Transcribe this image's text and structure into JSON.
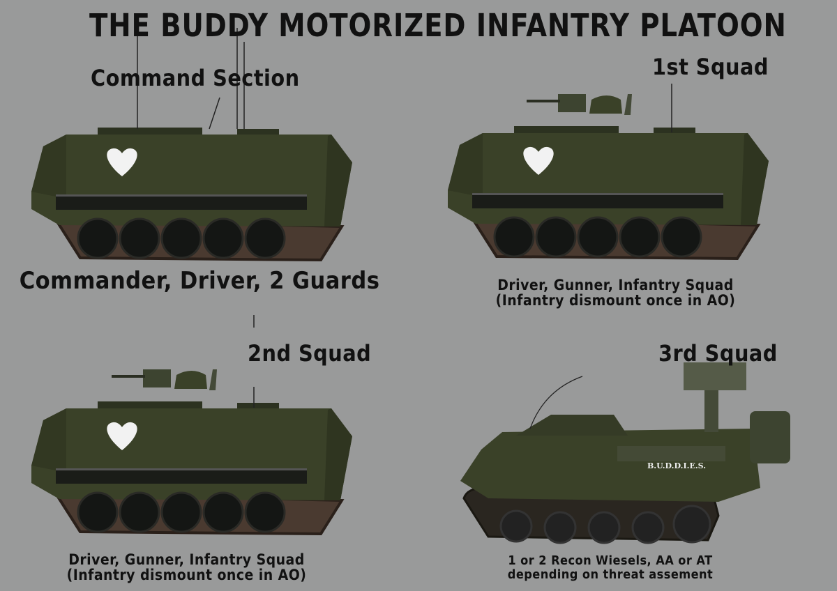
{
  "title": "THE BUDDY MOTORIZED INFANTRY PLATOON",
  "sections": [
    {
      "heading": "Command Section",
      "description": [
        "Commander, Driver, 2 Guards"
      ]
    },
    {
      "heading": "1st Squad",
      "description": [
        "Driver, Gunner, Infantry Squad",
        "(Infantry dismount once in AO)"
      ]
    },
    {
      "heading": "2nd Squad",
      "description": [
        "Driver, Gunner, Infantry Squad",
        "(Infantry dismount once in AO)"
      ]
    },
    {
      "heading": "3rd Squad",
      "description": [
        "1 or 2 Recon Wiesels, AA or AT",
        "depending on threat assement"
      ]
    }
  ],
  "vehicle_marking": "B.U.D.D.I.E.S.",
  "colors": {
    "background": "#999a9a",
    "hull": "#3a4128",
    "text": "#111111",
    "heart": "#f2f2f2"
  }
}
